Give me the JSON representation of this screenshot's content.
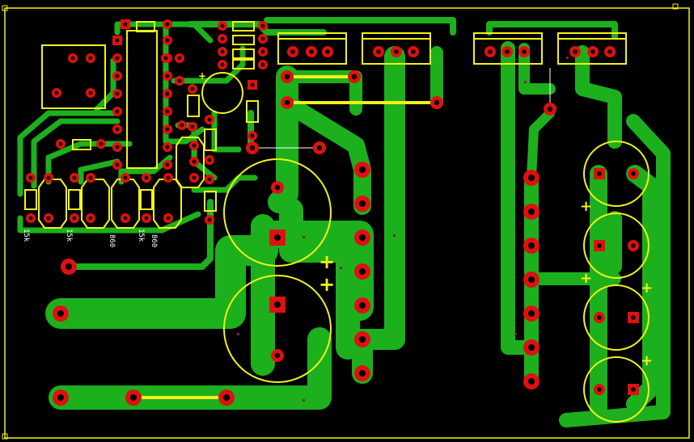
{
  "colors": {
    "background": "#000000",
    "copper": "#1db01d",
    "pad": "#e01010",
    "drill": "#000000",
    "silkscreen": "#f2f21a",
    "via": "#7a2b2b",
    "outline": "#f2f21a"
  },
  "silk_labels": {
    "r1": "15k",
    "r2": "15k",
    "r3": "860",
    "r4": "15k",
    "r5": "860"
  },
  "polarity_marks": {
    "c1_plus": "+",
    "c2_plus": "+",
    "c3_plus": "+",
    "c4_plus": "+",
    "c5_plus": "+",
    "c6_plus": "+",
    "c7_plus": "+"
  }
}
